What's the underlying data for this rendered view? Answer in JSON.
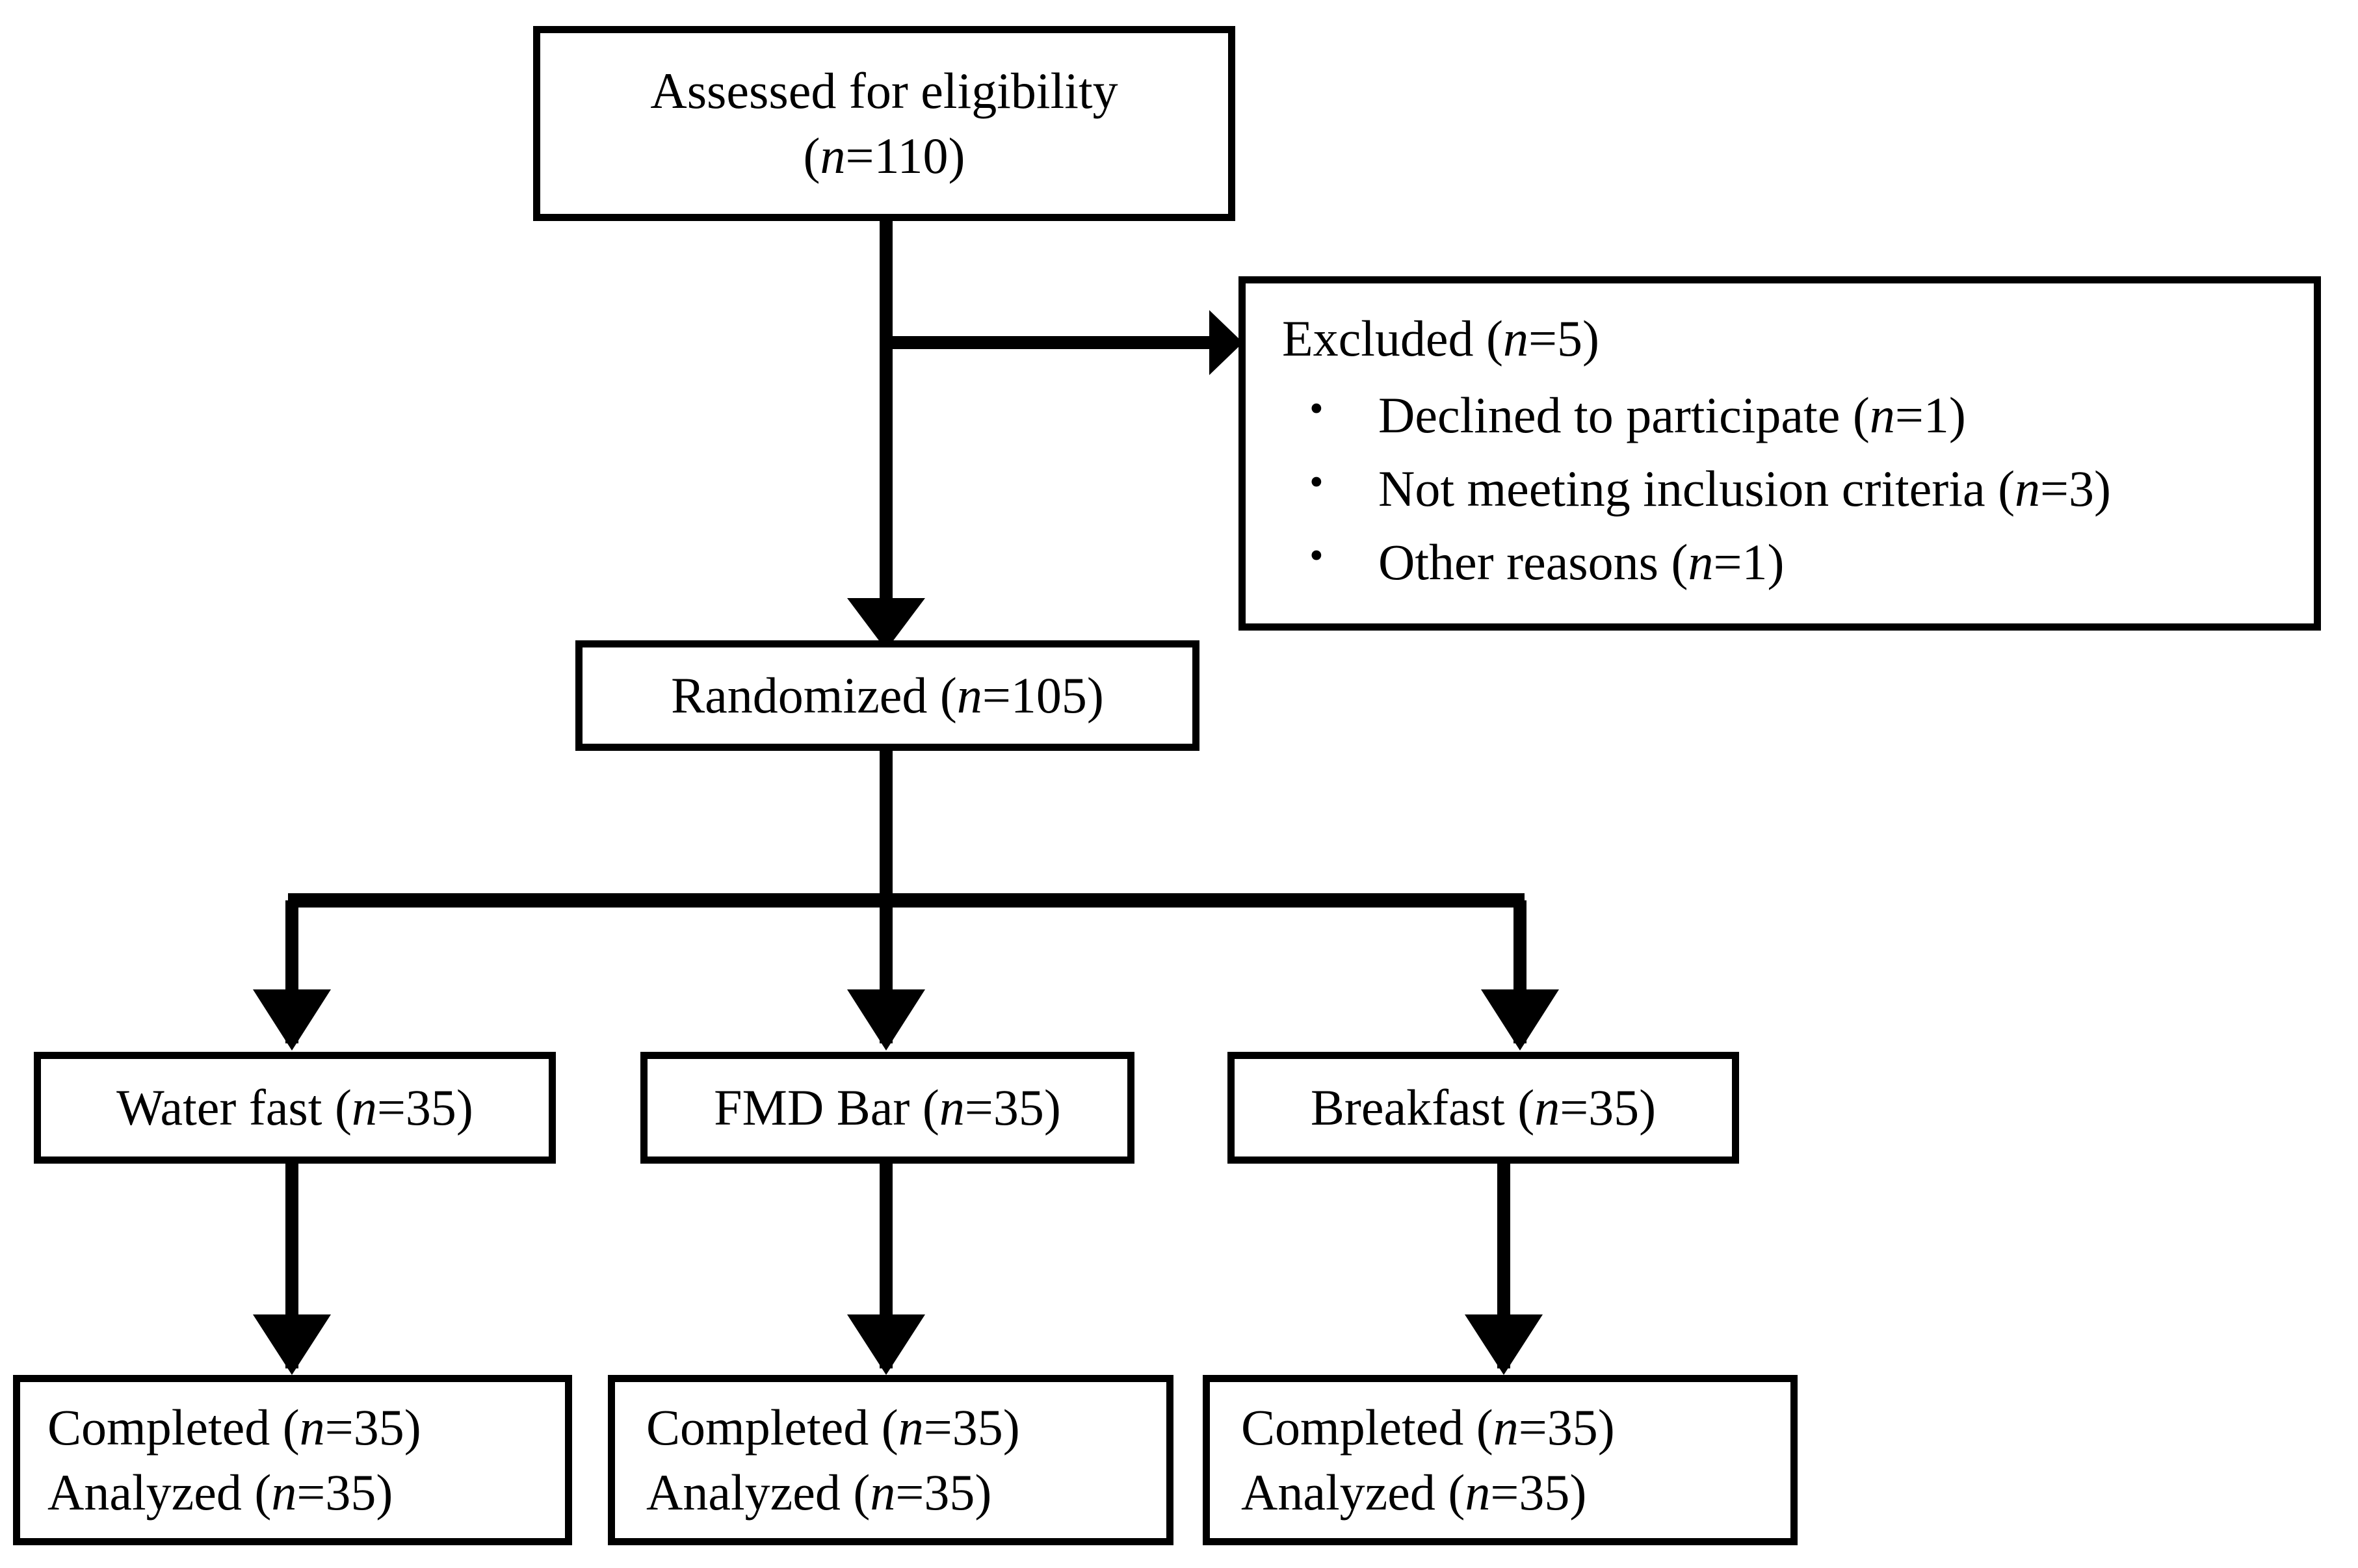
{
  "diagram": {
    "type": "consort-flow-diagram",
    "title": "CONSORT participant flow",
    "colors": {
      "stroke": "#000000",
      "fill": "#ffffff",
      "text": "#000000"
    }
  },
  "nodes": {
    "eligibility": {
      "line1": "Assessed for eligibility",
      "line2_prefix": "(",
      "line2_var": "n",
      "line2_value": "=110)",
      "n": 110
    },
    "excluded": {
      "heading_prefix": "Excluded (",
      "heading_var": "n",
      "heading_value": "=5)",
      "n": 5,
      "reasons": [
        {
          "bullet": "•",
          "text_prefix": "Declined to participate (",
          "var": "n",
          "text_value": "=1)",
          "n": 1
        },
        {
          "bullet": "•",
          "text_prefix": "Not meeting inclusion criteria (",
          "var": "n",
          "text_value": "=3)",
          "n": 3
        },
        {
          "bullet": "•",
          "text_prefix": "Other reasons (",
          "var": "n",
          "text_value": "=1)",
          "n": 1
        }
      ]
    },
    "randomized": {
      "prefix": "Randomized (",
      "var": "n",
      "value": "=105)",
      "n": 105
    },
    "arms": [
      {
        "prefix": "Water fast (",
        "var": "n",
        "value": "=35)",
        "n": 35
      },
      {
        "prefix": "FMD Bar (",
        "var": "n",
        "value": "=35)",
        "n": 35
      },
      {
        "prefix": "Breakfast (",
        "var": "n",
        "value": "=35)",
        "n": 35
      }
    ],
    "outcomes": [
      {
        "completed_prefix": "Completed (",
        "completed_var": "n",
        "completed_value": "=35)",
        "completed_n": 35,
        "analyzed_prefix": "Analyzed (",
        "analyzed_var": "n",
        "analyzed_value": "=35)",
        "analyzed_n": 35
      },
      {
        "completed_prefix": "Completed (",
        "completed_var": "n",
        "completed_value": "=35)",
        "completed_n": 35,
        "analyzed_prefix": "Analyzed (",
        "analyzed_var": "n",
        "analyzed_value": "=35)",
        "analyzed_n": 35
      },
      {
        "completed_prefix": "Completed (",
        "completed_var": "n",
        "completed_value": "=35)",
        "completed_n": 35,
        "analyzed_prefix": "Analyzed (",
        "analyzed_var": "n",
        "analyzed_value": "=35)",
        "analyzed_n": 35
      }
    ]
  }
}
